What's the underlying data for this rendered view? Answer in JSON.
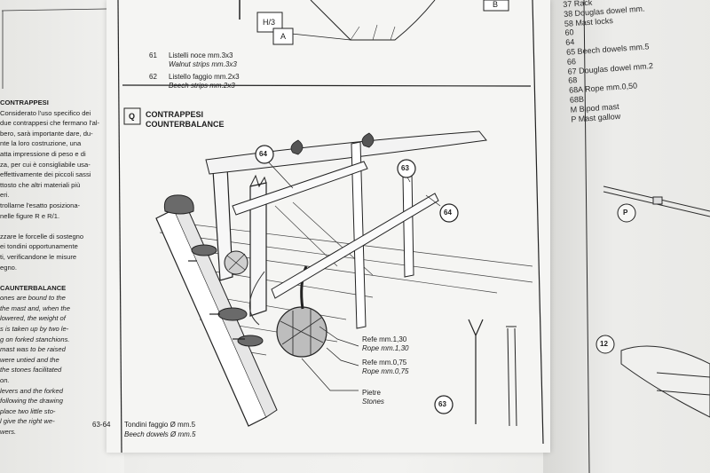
{
  "left_column": {
    "lines_it": [
      "CONTRAPPESI",
      "Considerato l'uso specifico dei",
      "due contrappesi che fermano l'al-",
      "bero, sarà importante dare, du-",
      "nte la loro costruzione, una",
      "atta impressione di peso e di",
      "za, per cui è consigliabile usa-",
      "effettivamente dei piccoli sassi",
      "ttosto che altri materiali più",
      "eri.",
      "trollarne l'esatto posiziona-",
      "nelle figure R e R/1.",
      "",
      "zzare le forcelle di sostegno",
      "ei tondini opportunamente",
      "ti, verificandone le misure",
      "egno."
    ],
    "lines_en": [
      "CAUNTERBALANCE",
      "ones are bound to the",
      "the mast and, when the",
      "lowered, the weight of",
      "s is taken up by two le-",
      "g on forked stanchions.",
      "mast was to be raised",
      "were untied and the",
      "the stones facilitated",
      "on.",
      "levers and the forked",
      "following the drawing",
      "place two little sto-",
      "l give the right we-",
      "wers."
    ]
  },
  "top_parts": [
    {
      "num": "61",
      "it": "Listelli noce mm.3x3",
      "en": "Walnut strips mm.3x3"
    },
    {
      "num": "62",
      "it": "Listello faggio mm.2x3",
      "en": "Beech strips mm.2x3"
    }
  ],
  "top_labels": {
    "h3": "H/3",
    "a": "A",
    "b": "B"
  },
  "section": {
    "letter": "Q",
    "title_it": "CONTRAPPESI",
    "title_en": "COUNTERBALANCE"
  },
  "callouts": {
    "c64a": "64",
    "c63": "63",
    "c64b": "64",
    "c63b": "63"
  },
  "notes": [
    {
      "it": "Refe mm.1,30",
      "en": "Rope mm.1,30"
    },
    {
      "it": "Refe mm.0,75",
      "en": "Rope mm.0,75"
    },
    {
      "it": "Pietre",
      "en": "Stones"
    }
  ],
  "footer_part": {
    "num": "63-64",
    "it": "Tondini faggio Ø mm.5",
    "en": "Beech dowels Ø mm.5"
  },
  "right_list": [
    "37    Rack",
    "38    Douglas dowel mm.",
    "58    Mast locks",
    "60",
    "64",
    "65    Beech dowels mm.5",
    "66",
    "67    Douglas dowel mm.2",
    "68",
    "68A   Rope mm.0,50",
    "68B",
    "M      Bipod mast",
    "P       Mast gallow"
  ],
  "right_callouts": {
    "p": "P",
    "n12": "12"
  }
}
